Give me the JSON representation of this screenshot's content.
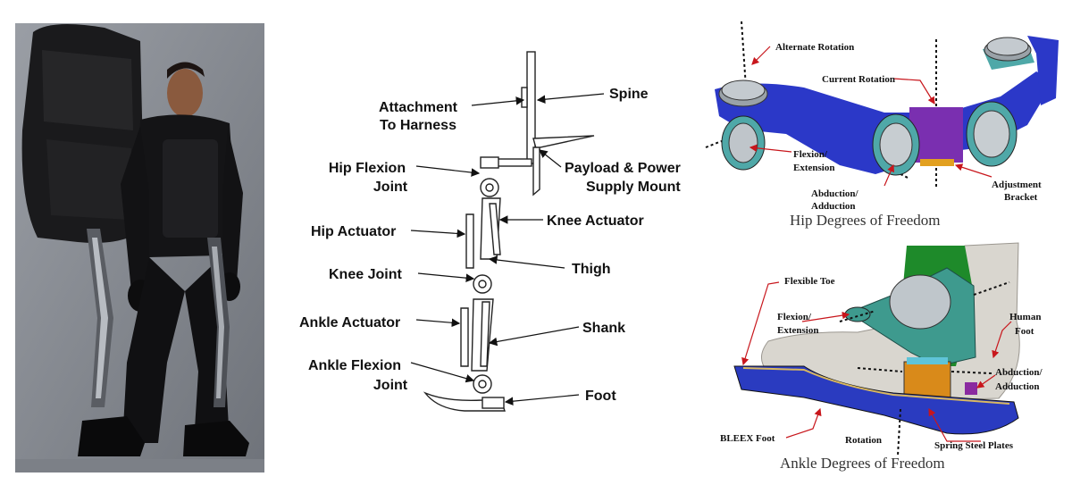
{
  "leg_diagram": {
    "labels": {
      "attachment_line1": "Attachment",
      "attachment_line2": "To Harness",
      "spine": "Spine",
      "hip_flexion_line1": "Hip Flexion",
      "hip_flexion_line2": "Joint",
      "payload_line1": "Payload & Power",
      "payload_line2": "Supply Mount",
      "hip_actuator": "Hip Actuator",
      "knee_actuator": "Knee Actuator",
      "knee_joint": "Knee Joint",
      "thigh": "Thigh",
      "ankle_actuator": "Ankle Actuator",
      "shank": "Shank",
      "ankle_flexion_line1": "Ankle Flexion",
      "ankle_flexion_line2": "Joint",
      "foot": "Foot"
    }
  },
  "hip_panel": {
    "caption": "Hip Degrees of Freedom",
    "labels": {
      "alternate_rotation": "Alternate Rotation",
      "current_rotation": "Current Rotation",
      "flexion_line1": "Flexion/",
      "flexion_line2": "Extension",
      "abduction_line1": "Abduction/",
      "abduction_line2": "Adduction",
      "adjustment_line1": "Adjustment",
      "adjustment_line2": "Bracket"
    }
  },
  "ankle_panel": {
    "caption": "Ankle Degrees of Freedom",
    "labels": {
      "flexible_toe": "Flexible Toe",
      "flexion_line1": "Flexion/",
      "flexion_line2": "Extension",
      "human_foot_line1": "Human",
      "human_foot_line2": "Foot",
      "abduction_line1": "Abduction/",
      "abduction_line2": "Adduction",
      "bleex_foot": "BLEEX Foot",
      "rotation": "Rotation",
      "spring_steel": "Spring Steel Plates"
    }
  },
  "colors": {
    "hip_frame": "#2b38c8",
    "hip_bracket": "#7a2fb0",
    "hip_teal": "#4fa8a8",
    "ankle_green": "#1e8a2a",
    "ankle_teal": "#3e9a8e",
    "ankle_orange": "#d98a1a",
    "ankle_plate": "#2a3bc0",
    "leader_red": "#c8161c"
  }
}
